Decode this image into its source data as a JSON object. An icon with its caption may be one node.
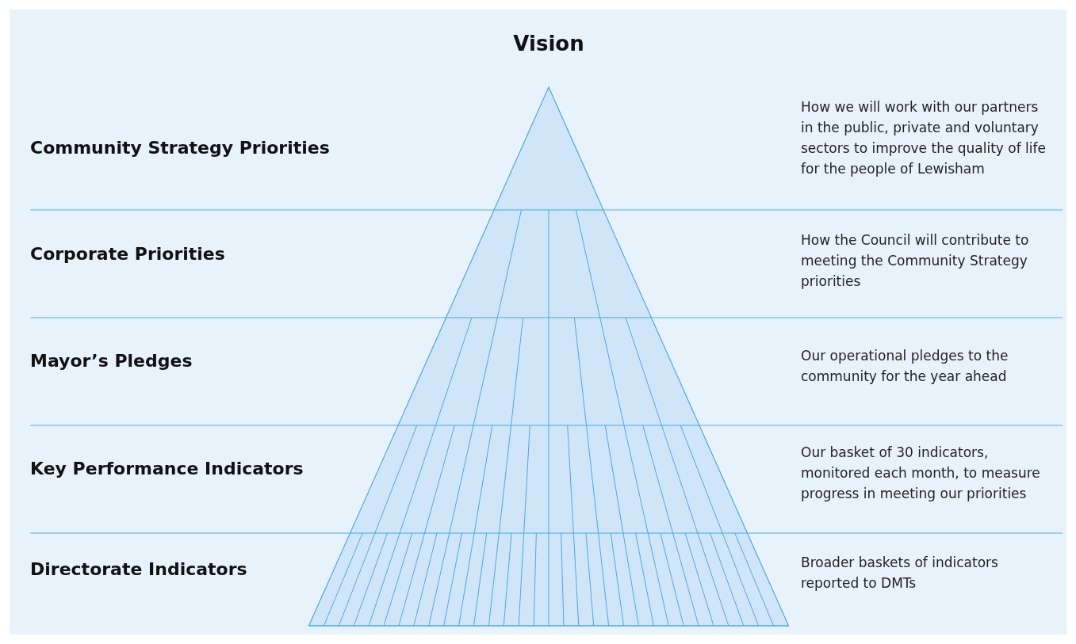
{
  "diagram": {
    "title": "Vision",
    "nodes": [
      {
        "text": [
          "Community Strategy Priorities",
          "How we will work with our partners in the public, private and voluntary sectors to improve the quality of life for the people of Lewisham"
        ]
      },
      {
        "text": [
          "Corporate Priorities",
          "How the Council will contribute to meeting the Community Strategy priorities"
        ]
      },
      {
        "text": [
          "Mayor’s Pledges",
          "Our operational pledges to the community for the year ahead"
        ]
      },
      {
        "text": [
          "Key Performance Indicators",
          "Our basket of 30 indicators, monitored each month, to measure progress in meeting our priorities"
        ]
      },
      {
        "text": [
          "Directorate Indicators",
          "Broader baskets of indicators reported to DMTs"
        ]
      }
    ],
    "edges": []
  }
}
